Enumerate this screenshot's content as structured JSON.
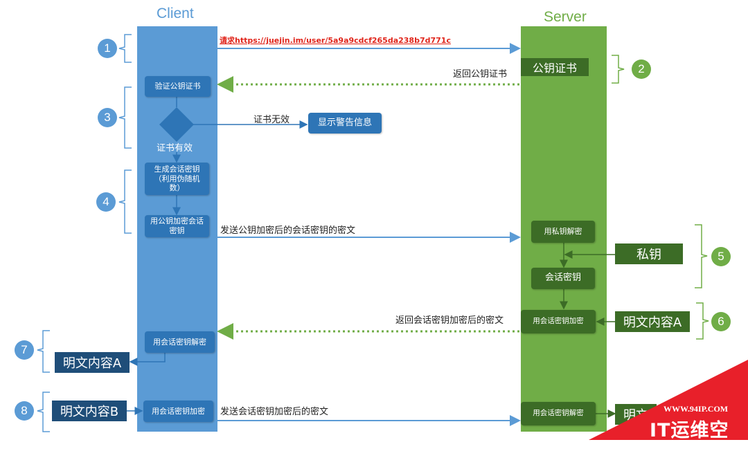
{
  "columns": {
    "client": "Client",
    "server": "Server"
  },
  "request_label": "请求https://juejin.im/user/5a9a9cdcf265da238b7d771c",
  "server_labels": {
    "cert": "公钥证书",
    "return_cert": "返回公钥证书",
    "private_key": "私钥",
    "decrypt_private": "用私钥解密",
    "session_key": "会话密钥",
    "encrypt_session": "用会话密钥加密",
    "plain_a": "明文内容A",
    "decrypt_session": "用会话密钥解密",
    "plain_partial": "明文"
  },
  "client_labels": {
    "verify_cert": "验证公钥证书",
    "cert_invalid": "证书无效",
    "show_warning": "显示警告信息",
    "cert_valid": "证书有效",
    "gen_key": "生成会话密钥（利用伪随机数）",
    "encrypt_key": "用公钥加密会话密钥",
    "decrypt_session": "用会话密钥解密",
    "plain_a": "明文内容A",
    "encrypt_session": "用会话密钥加密",
    "plain_b": "明文内容B"
  },
  "arrow_labels": {
    "send_key": "发送公钥加密后的会话密钥的密文",
    "return_cipher": "返回会话密钥加密后的密文",
    "send_cipher": "发送会话密钥加密后的密文"
  },
  "steps": [
    "1",
    "2",
    "3",
    "4",
    "5",
    "6",
    "7",
    "8"
  ],
  "watermark": {
    "url": "WWW.94IP.COM",
    "brand": "IT运维空间"
  },
  "colors": {
    "client": "#5b9bd5",
    "client_box": "#2e75b6",
    "server": "#70ad47",
    "server_box": "#3c6c26",
    "request": "#e0251b"
  }
}
